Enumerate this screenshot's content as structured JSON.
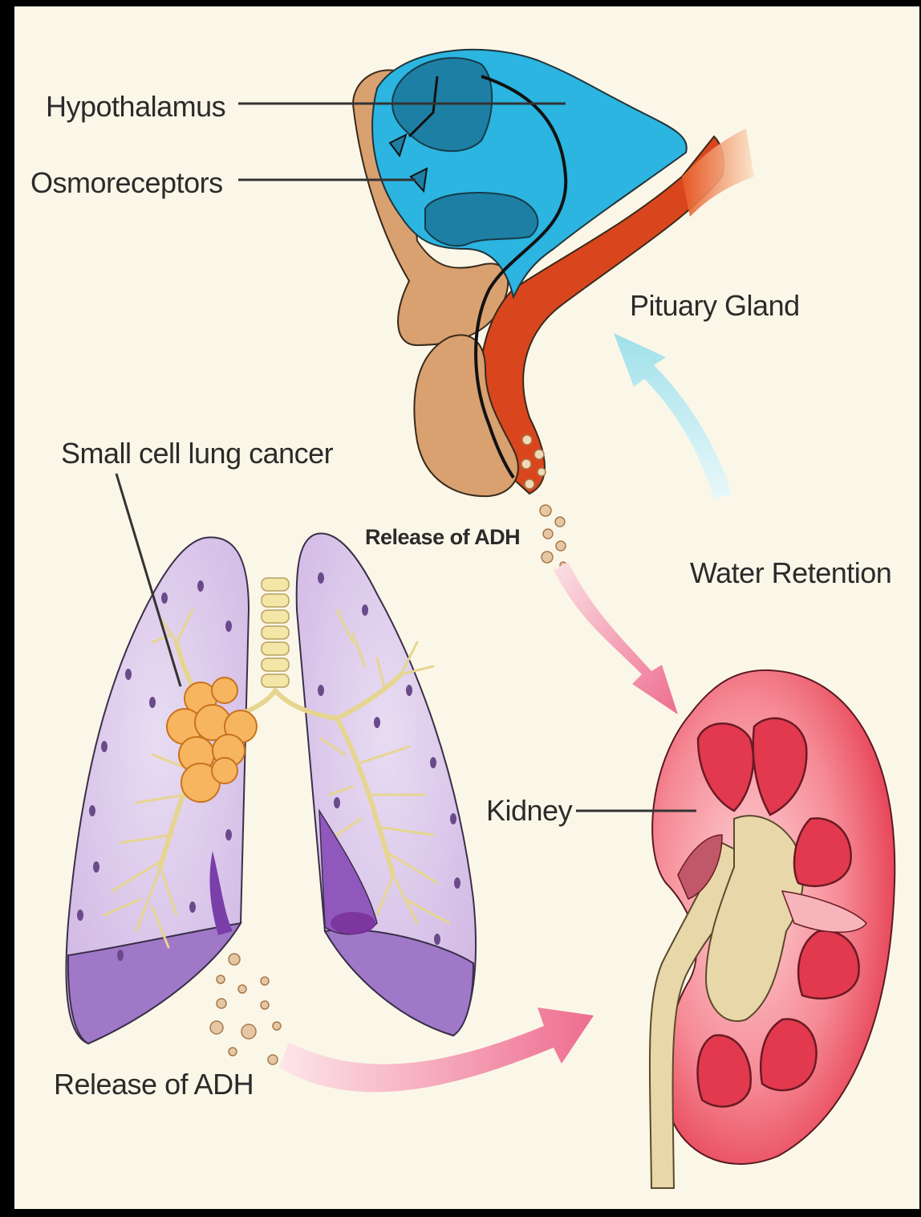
{
  "labels": {
    "hypothalamus": "Hypothalamus",
    "osmoreceptors": "Osmoreceptors",
    "pituitary": "Pituary Gland",
    "small_cell": "Small cell lung cancer",
    "release_top": "Release of ADH",
    "water_retention": "Water Retention",
    "kidney": "Kidney",
    "release_bottom": "Release of ADH"
  },
  "colors": {
    "background": "#fbf7e8",
    "hypothalamus_blue": "#2bb5e0",
    "pituitary_tan": "#d9a070",
    "pituitary_red": "#d9461e",
    "lung_lavender": "#dcc8ea",
    "tumor_orange": "#f4a74c",
    "kidney_red": "#e8384a",
    "arrow_pink": "#f07a9a",
    "arrow_cyan": "#a9e4ec"
  }
}
